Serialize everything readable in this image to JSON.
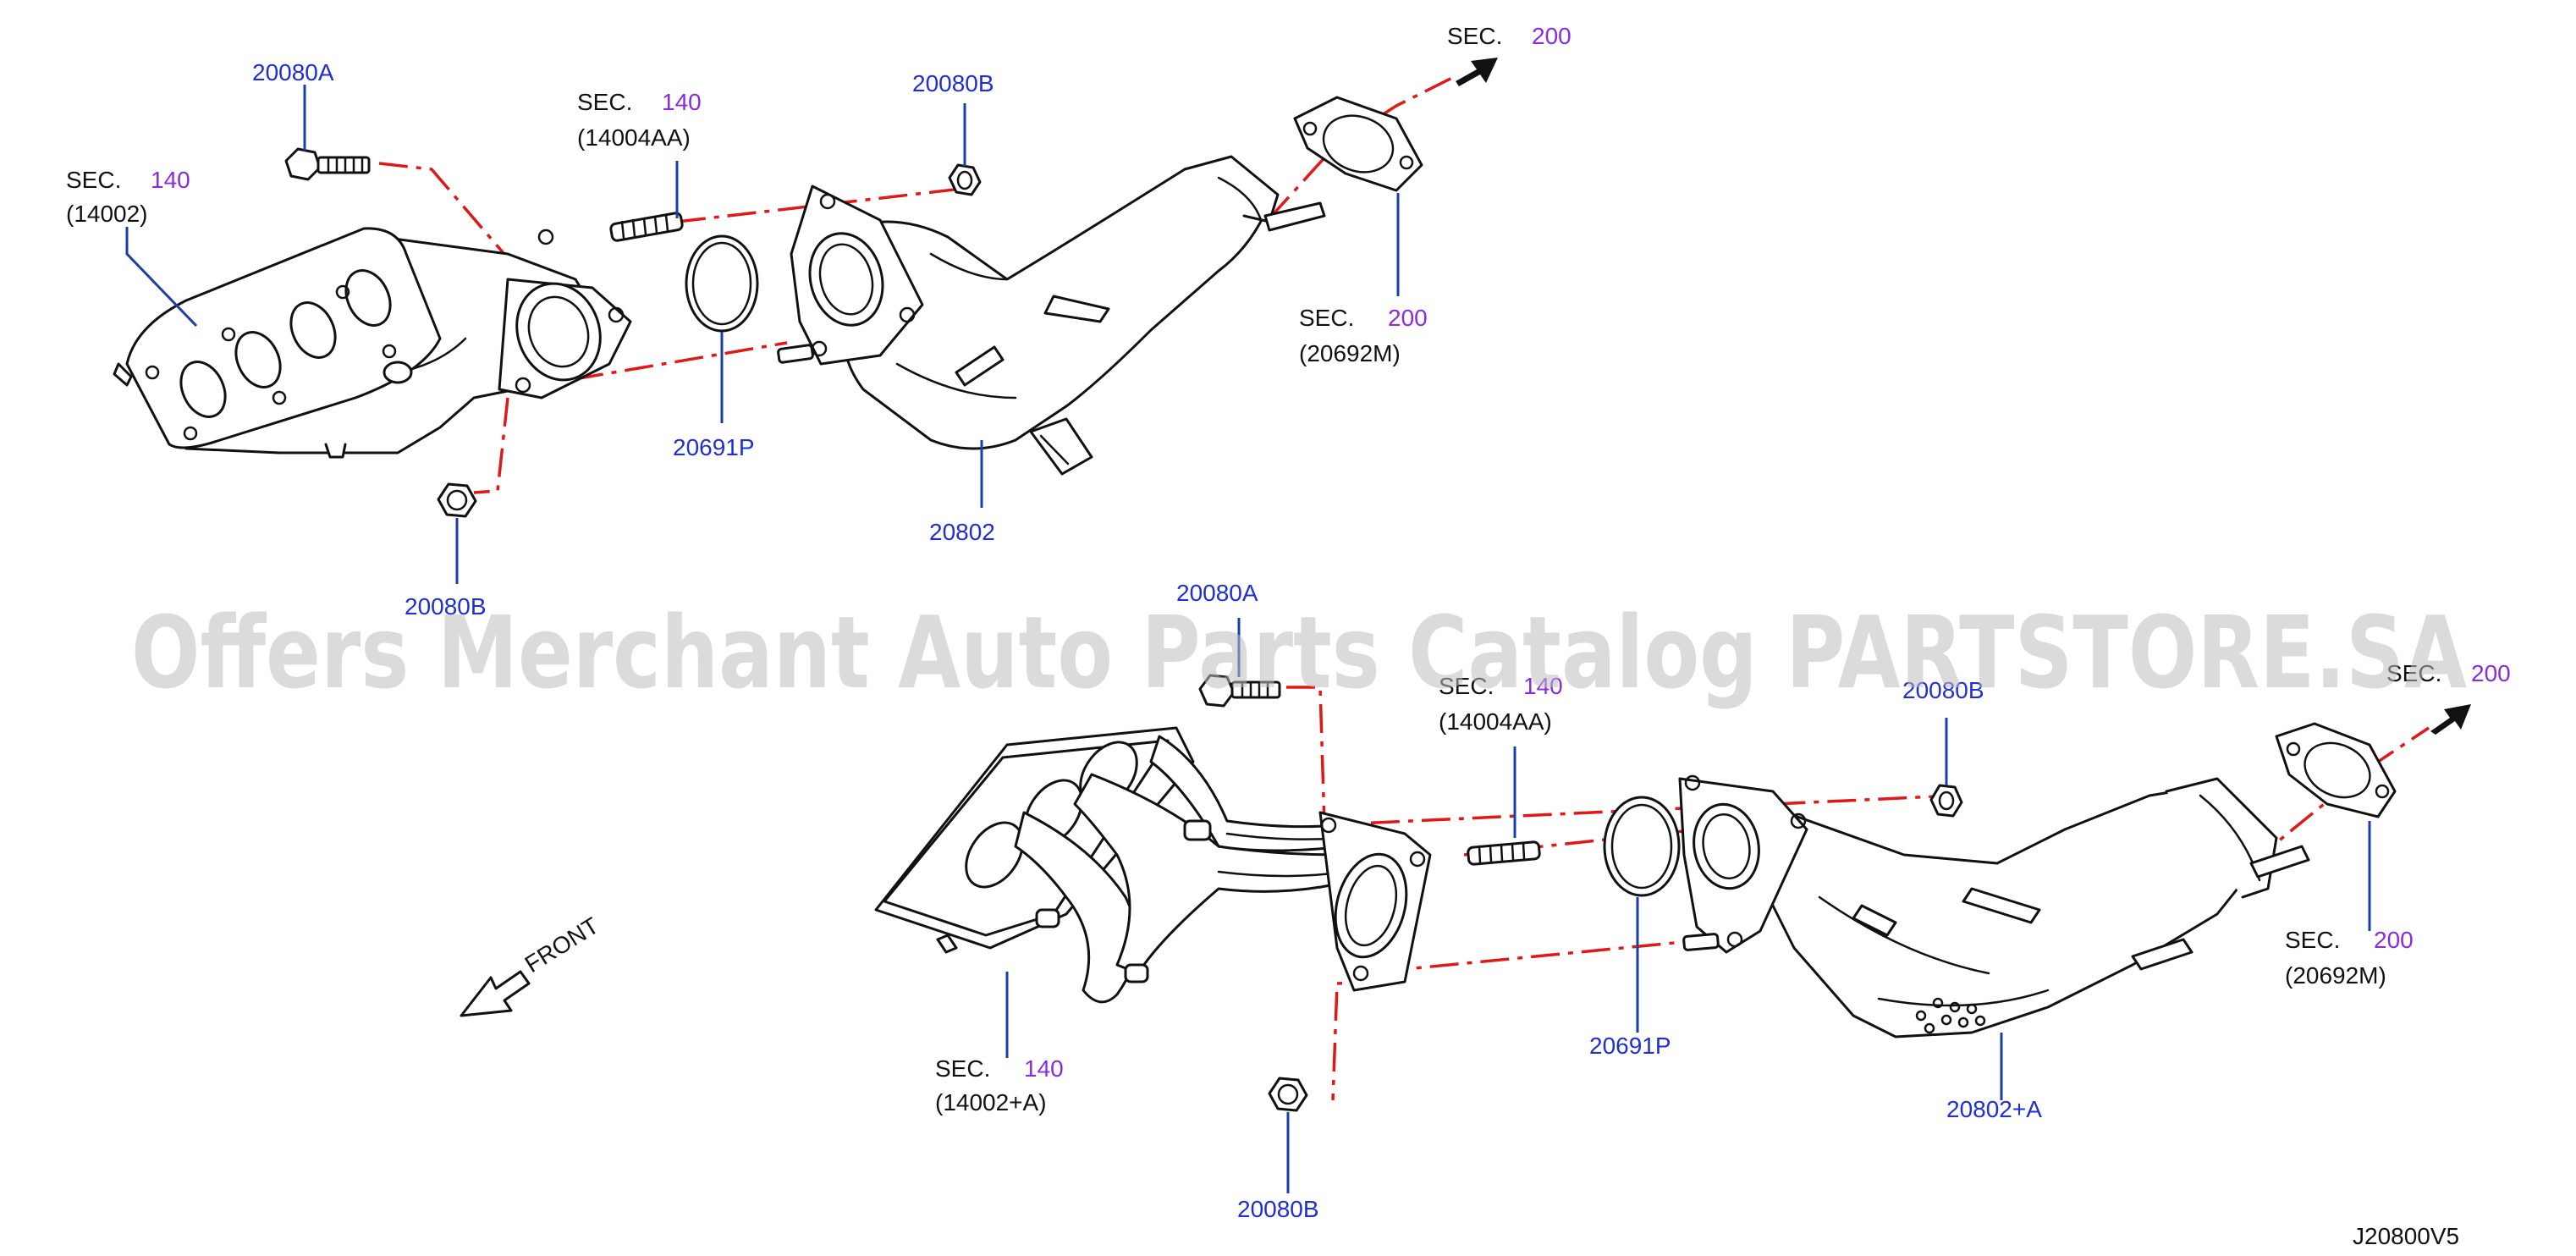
{
  "watermark": "Offers Merchant Auto Parts Catalog PARTSTORE.SA",
  "diagram_code": "J20800V5",
  "front_label": "FRONT",
  "sec_word": "SEC.",
  "colors": {
    "part_number": "#1f2fd6",
    "section_number": "#8a2be2",
    "centerline": "#e01818",
    "leader": "#1a3fa8"
  },
  "top_assembly": {
    "sec_140_manifold": {
      "sec": "140",
      "ref": "(14002)"
    },
    "bolt": "20080A",
    "sec_140_stud": {
      "sec": "140",
      "ref": "(14004AA)"
    },
    "nut_top": "20080B",
    "gasket": "20691P",
    "catalyst": "20802",
    "nut_bottom": "20080B",
    "sec_200_arrow": {
      "sec": "200"
    },
    "sec_200_gasket": {
      "sec": "200",
      "ref": "(20692M)"
    }
  },
  "bottom_assembly": {
    "bolt": "20080A",
    "sec_140_stud": {
      "sec": "140",
      "ref": "(14004AA)"
    },
    "nut_top": "20080B",
    "sec_200_arrow": {
      "sec": "200"
    },
    "gasket": "20691P",
    "sec_140_manifold": {
      "sec": "140",
      "ref": "(14002+A)"
    },
    "catalyst": "20802+A",
    "nut_bottom": "20080B",
    "sec_200_gasket": {
      "sec": "200",
      "ref": "(20692M)"
    }
  }
}
